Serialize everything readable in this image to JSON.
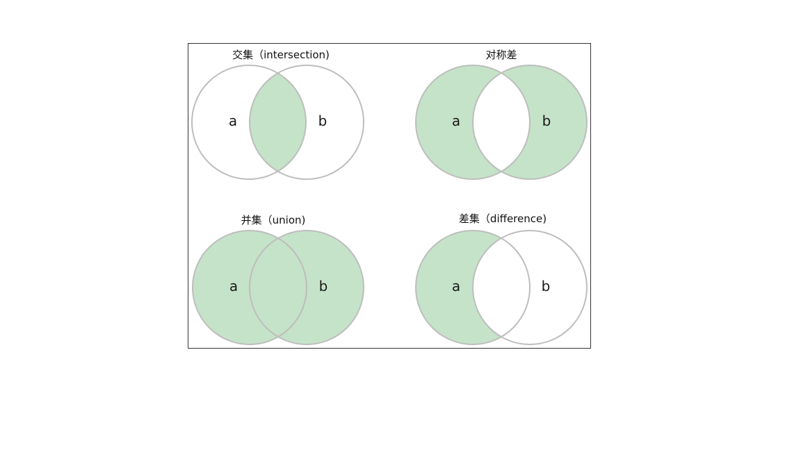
{
  "diagram": {
    "colors": {
      "fill": "#c5e3c8",
      "stroke": "#bdbdbd",
      "frame": "#333333"
    },
    "panels": [
      {
        "id": "intersection",
        "title": "交集（intersection)",
        "label_a": "a",
        "label_b": "b",
        "shaded": "intersection"
      },
      {
        "id": "symmetric-difference",
        "title": "对称差",
        "label_a": "a",
        "label_b": "b",
        "shaded": "symmetric-difference"
      },
      {
        "id": "union",
        "title": "并集（union)",
        "label_a": "a",
        "label_b": "b",
        "shaded": "union"
      },
      {
        "id": "difference",
        "title": "差集（difference)",
        "label_a": "a",
        "label_b": "b",
        "shaded": "difference"
      }
    ]
  }
}
